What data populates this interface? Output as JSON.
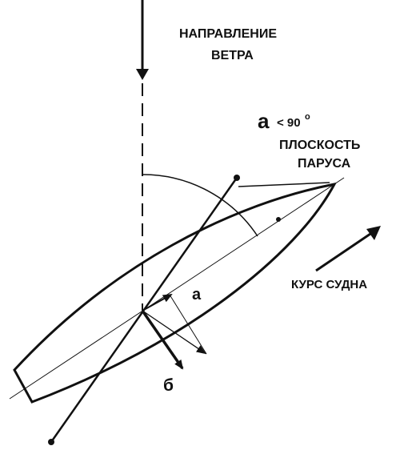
{
  "labels": {
    "wind_line1": "НАПРАВЛЕНИЕ",
    "wind_line2": "ВЕТРА",
    "angle_symbol": "a",
    "angle_condition": "< 90",
    "angle_degree": "o",
    "sail_line1": "ПЛОСКОСТЬ",
    "sail_line2": "ПАРУСА",
    "course": "КУРС СУДНА",
    "component_a": "a",
    "component_b": "б"
  },
  "colors": {
    "ink": "#111111",
    "background": "#ffffff"
  }
}
